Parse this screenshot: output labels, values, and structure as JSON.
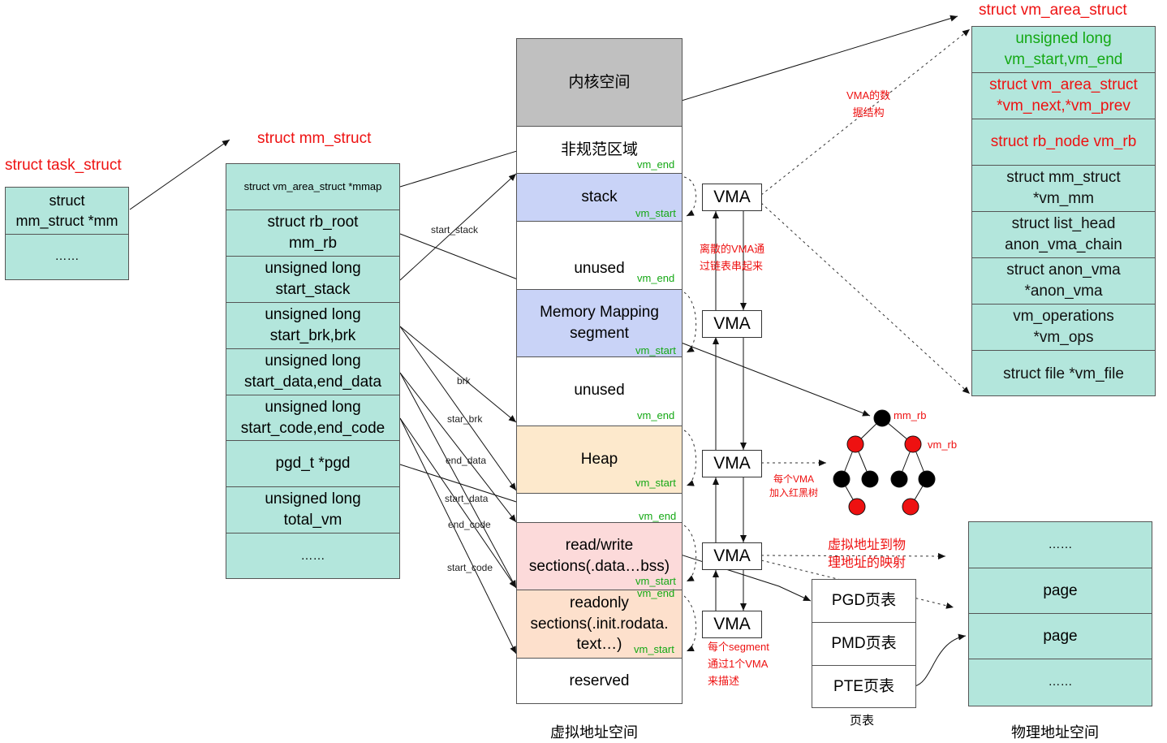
{
  "task_struct": {
    "title": "struct task_struct",
    "cells": [
      "struct\nmm_struct *mm",
      "……"
    ]
  },
  "mm_struct": {
    "title": "struct mm_struct",
    "cells": [
      "struct vm_area_struct *mmap",
      "struct rb_root\nmm_rb",
      "unsigned long\nstart_stack",
      "unsigned long\nstart_brk,brk",
      "unsigned long\nstart_data,end_data",
      "unsigned long\nstart_code,end_code",
      "pgd_t *pgd",
      "unsigned long\ntotal_vm",
      "……"
    ]
  },
  "address_space": {
    "caption": "虚拟地址空间",
    "segments": [
      {
        "label": "内核空间",
        "color": "#c0c0c0"
      },
      {
        "label": "非规范区域",
        "color": "#ffffff"
      },
      {
        "label": "stack",
        "color": "#c9d3f7"
      },
      {
        "label": "unused",
        "color": "#ffffff"
      },
      {
        "label": "Memory Mapping\nsegment",
        "color": "#c9d3f7"
      },
      {
        "label": "unused",
        "color": "#ffffff"
      },
      {
        "label": "Heap",
        "color": "#fde9cc"
      },
      {
        "label": "",
        "color": "#ffffff"
      },
      {
        "label": "read/write\nsections(.data…bss)",
        "color": "#fcdada"
      },
      {
        "label": "readonly\nsections(.init.rodata.\ntext…)",
        "color": "#fde0cc"
      },
      {
        "label": "reserved",
        "color": "#ffffff"
      }
    ]
  },
  "tags": {
    "vm_end": "vm_end",
    "vm_start": "vm_start"
  },
  "vma_label": "VMA",
  "pointer_labels": [
    "start_stack",
    "brk",
    "star_brk",
    "end_data",
    "start_data",
    "end_code",
    "start_code"
  ],
  "vm_area_struct": {
    "title": "struct vm_area_struct",
    "cells": [
      {
        "text": "unsigned long\nvm_start,vm_end",
        "color": "#14a814"
      },
      {
        "text": "struct vm_area_struct\n*vm_next,*vm_prev",
        "color": "#ee1111"
      },
      {
        "text": "struct rb_node vm_rb",
        "color": "#ee1111"
      },
      {
        "text": "struct mm_struct\n*vm_mm",
        "color": "#111111"
      },
      {
        "text": "struct list_head\nanon_vma_chain",
        "color": "#111111"
      },
      {
        "text": "struct anon_vma\n*anon_vma",
        "color": "#111111"
      },
      {
        "text": "vm_operations\n*vm_ops",
        "color": "#111111"
      },
      {
        "text": "struct file *vm_file",
        "color": "#111111"
      }
    ]
  },
  "annotations": {
    "vma_data_structure": "VMA的数\n据结构",
    "linked_list": "离散的VMA通\n过链表串起来",
    "rb_tree_note": "每个VMA\n加入红黑树",
    "mapping_note": "虚拟地址到物\n理地址的映射",
    "segment_note": "每个segment\n通过1个VMA\n来描述"
  },
  "rb_tree": {
    "root_label": "mm_rb",
    "node_label": "vm_rb"
  },
  "page_tables": {
    "caption": "页表",
    "items": [
      "PGD页表",
      "PMD页表",
      "PTE页表"
    ]
  },
  "physical": {
    "caption": "物理地址空间",
    "items": [
      "……",
      "page",
      "page",
      "……"
    ]
  },
  "colors": {
    "teal": "#b3e6dc",
    "red": "#ee1111",
    "green": "#14a814"
  }
}
